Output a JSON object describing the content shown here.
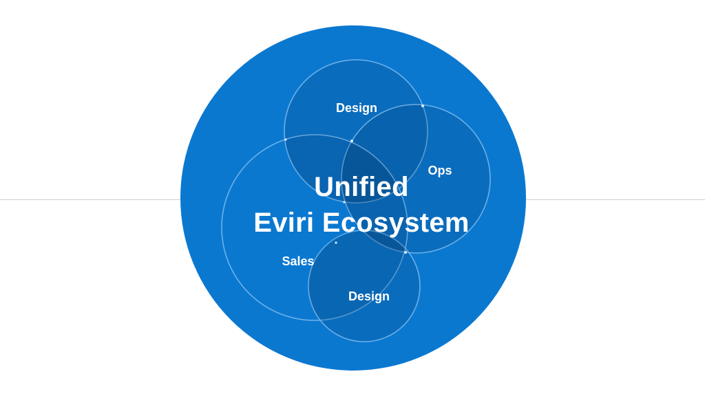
{
  "title": {
    "line1": "Unified",
    "line2": "Eviri Ecosystem"
  },
  "circles": [
    {
      "id": "design-top",
      "label": "Design"
    },
    {
      "id": "ops",
      "label": "Ops"
    },
    {
      "id": "sales",
      "label": "Sales"
    },
    {
      "id": "design-bottom",
      "label": "Design"
    }
  ],
  "colors": {
    "background": "#ffffff",
    "outer_circle": "#0b78d0",
    "inner_stroke": "#7fbff0",
    "text": "#ffffff",
    "divider": "#cfcfcf"
  }
}
